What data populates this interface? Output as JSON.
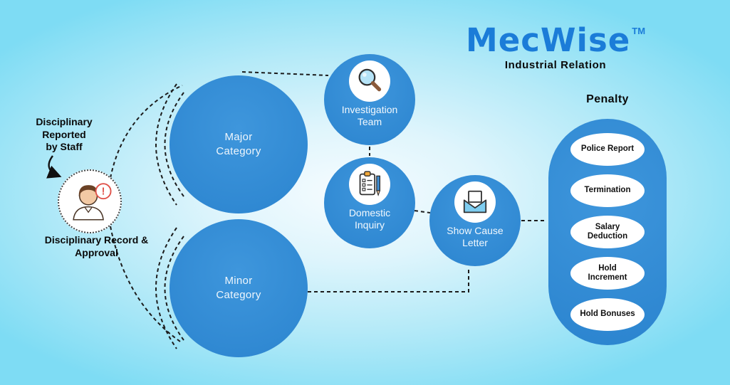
{
  "brand": {
    "name": "MecWise",
    "trademark": "TM",
    "subtitle": "Industrial Relation"
  },
  "left_flow": {
    "reported_label": "Disciplinary Reported by Staff",
    "record_label": "Disciplinary Record & Approval"
  },
  "categories": [
    {
      "label": "Major Category"
    },
    {
      "label": "Minor Category"
    }
  ],
  "steps": [
    {
      "label": "Investigation Team",
      "icon": "magnifier-icon"
    },
    {
      "label": "Domestic Inquiry",
      "icon": "clipboard-checklist-icon"
    },
    {
      "label": "Show Cause Letter",
      "icon": "open-envelope-icon"
    }
  ],
  "penalty": {
    "title": "Penalty",
    "items": [
      "Police Report",
      "Termination",
      "Salary Deduction",
      "Hold Increment",
      "Hold Bonuses"
    ]
  },
  "colors": {
    "primary_blue": "#2e89d6",
    "logo_blue": "#1b7cd8",
    "background_cyan": "#7edcf4",
    "text_dark": "#111111",
    "alert_red": "#e0524a"
  }
}
